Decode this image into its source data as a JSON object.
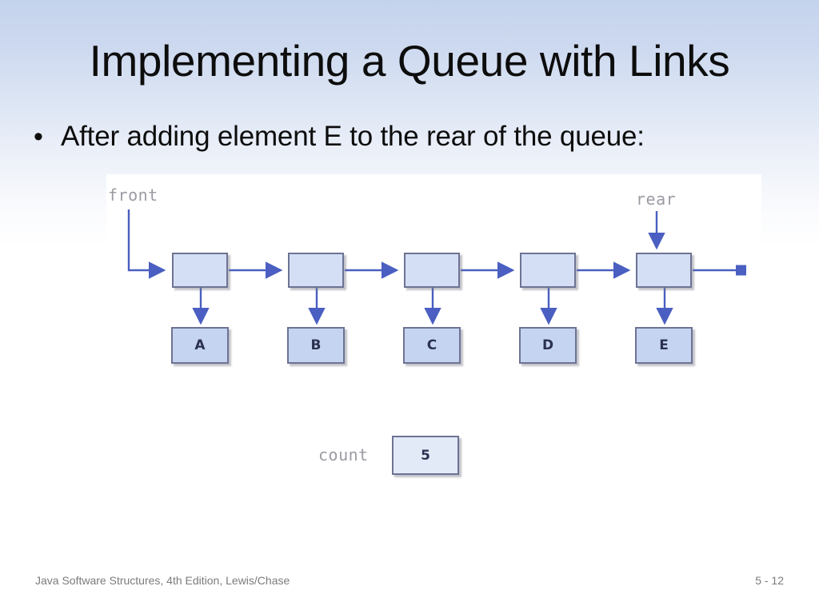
{
  "slide": {
    "title": "Implementing a Queue with Links",
    "bullet_marker": "•",
    "bullet_text": "After adding element E to the rear of the queue:",
    "background_top_color": "#c4d3ed",
    "background_bottom_color": "#ffffff"
  },
  "diagram": {
    "panel_background": "#ffffff",
    "node_fill_color": "#d4dff5",
    "data_fill_color": "#c5d5f1",
    "border_color": "#6d7393",
    "arrow_color": "#4a5fc1",
    "label_color": "#9b9ba4",
    "pointers": [
      {
        "id": "front",
        "label": "front"
      },
      {
        "id": "rear",
        "label": "rear"
      }
    ],
    "nodes": [
      {
        "id": "node-a",
        "value": "A"
      },
      {
        "id": "node-b",
        "value": "B"
      },
      {
        "id": "node-c",
        "value": "C"
      },
      {
        "id": "node-d",
        "value": "D"
      },
      {
        "id": "node-e",
        "value": "E"
      }
    ],
    "count": {
      "label": "count",
      "value": "5"
    },
    "terminator": "null-square"
  },
  "footer": {
    "source": "Java Software Structures, 4th Edition, Lewis/Chase",
    "page": "5 - 12"
  }
}
